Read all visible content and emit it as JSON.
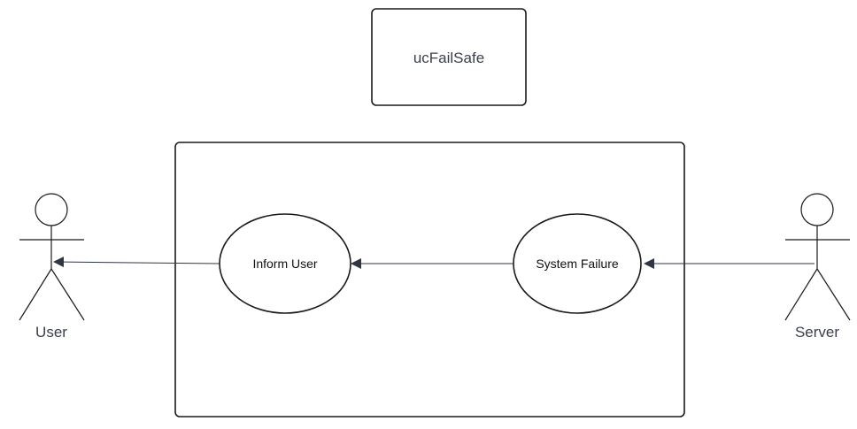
{
  "diagram": {
    "title": "ucFailSafe",
    "actors": [
      {
        "id": "user",
        "label": "User"
      },
      {
        "id": "server",
        "label": "Server"
      }
    ],
    "use_cases": [
      {
        "id": "inform-user",
        "label": "Inform User"
      },
      {
        "id": "system-failure",
        "label": "System Failure"
      }
    ],
    "associations": [
      {
        "from": "server",
        "to": "system-failure"
      },
      {
        "from": "system-failure",
        "to": "inform-user"
      },
      {
        "from": "inform-user",
        "to": "user"
      }
    ]
  }
}
